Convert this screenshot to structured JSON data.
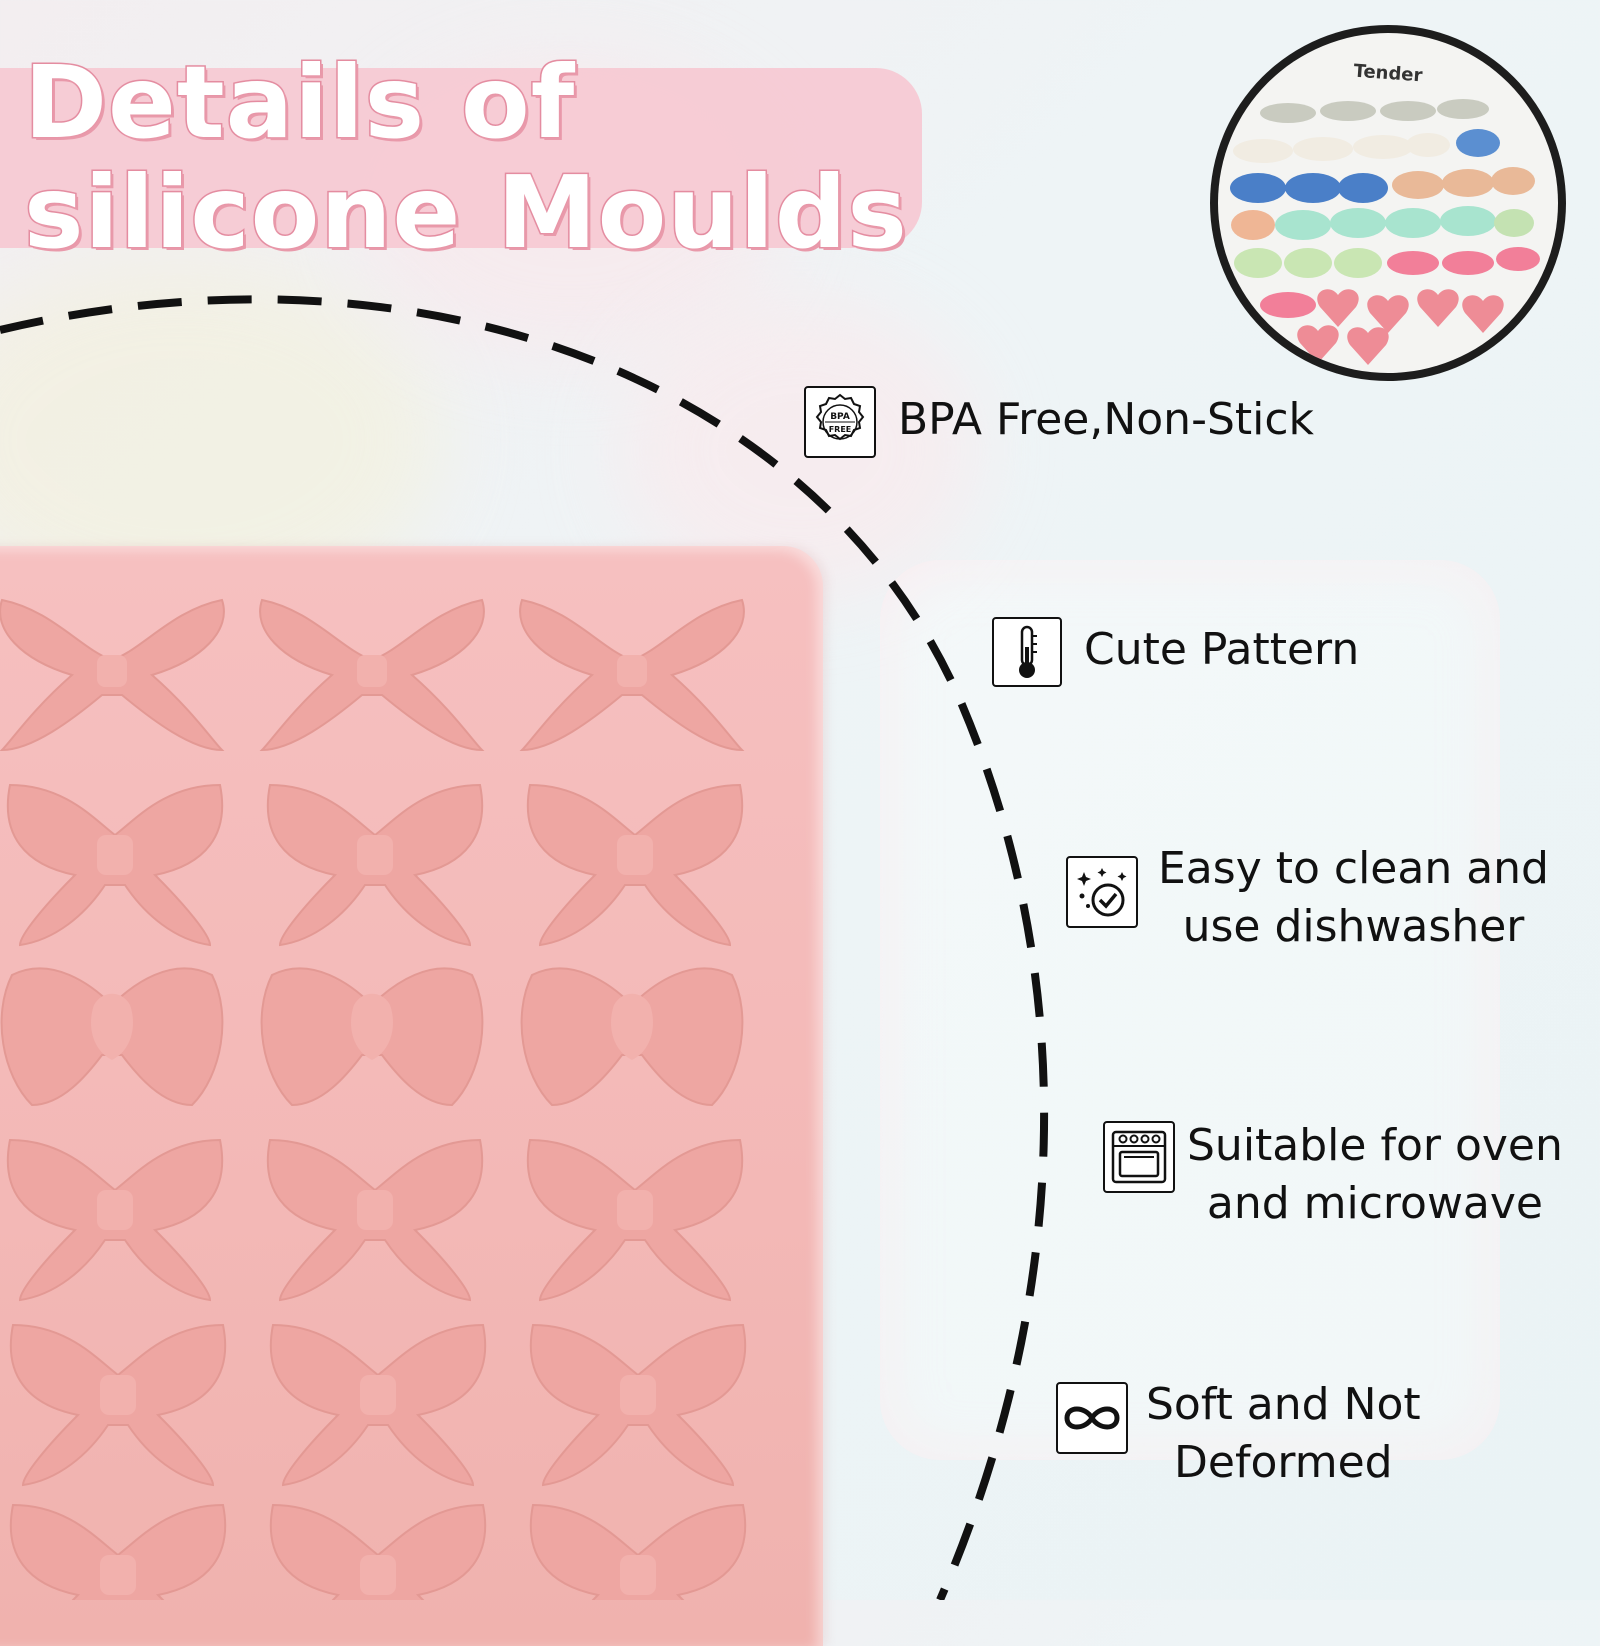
{
  "header": {
    "title_line1": "Details of",
    "title_line2": "silicone Moulds"
  },
  "plate": {
    "label": "Tender"
  },
  "features": [
    {
      "icon": "bpa-free-icon",
      "icon_text_1": "BPA",
      "icon_text_2": "FREE",
      "lines": [
        "BPA Free,Non-Stick"
      ]
    },
    {
      "icon": "thermometer-icon",
      "lines": [
        "Cute Pattern"
      ]
    },
    {
      "icon": "sparkle-check-icon",
      "lines": [
        "Easy to clean and",
        "use dishwasher"
      ]
    },
    {
      "icon": "oven-icon",
      "lines": [
        "Suitable for oven",
        "and microwave"
      ]
    },
    {
      "icon": "infinity-icon",
      "lines": [
        "Soft and Not",
        "Deformed"
      ]
    }
  ],
  "colors": {
    "mould_pink": "#f3b8b6",
    "title_outline": "#e48da1",
    "title_band": "#f6c9d3",
    "text": "#111111"
  }
}
